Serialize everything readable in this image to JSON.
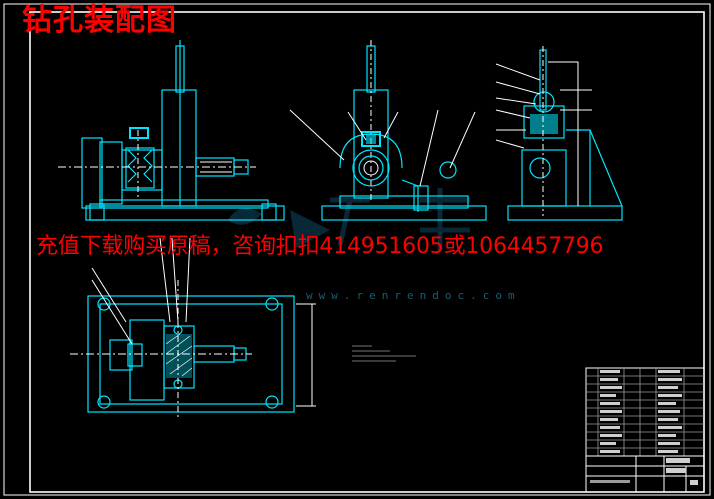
{
  "title": "钻孔装配图",
  "promo": "充值下载购买原稿，咨询扣扣414951605或1064457796",
  "watermark": "www.renrendoc.com",
  "colors": {
    "background": "#000000",
    "linework": "#00e5ff",
    "annotation": "#ffffff",
    "title": "#ff0000"
  }
}
